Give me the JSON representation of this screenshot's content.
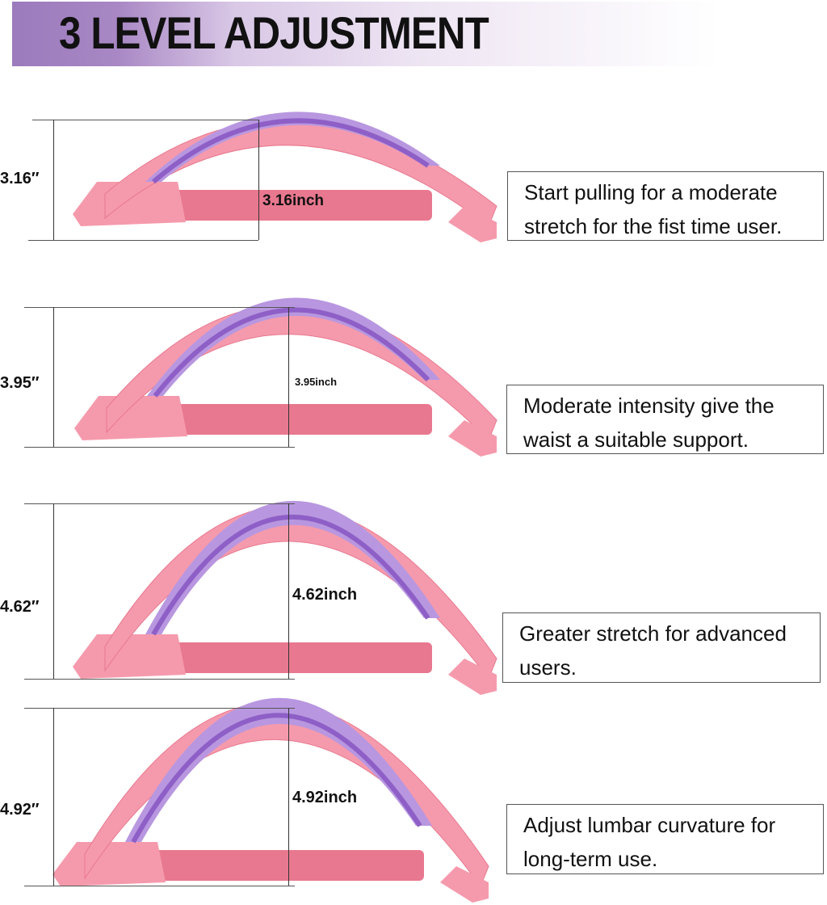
{
  "header": {
    "title": "3 LEVEL ADJUSTMENT"
  },
  "levels": [
    {
      "height_label": "3.16″",
      "inner_label": "3.16inch",
      "description": "Start pulling for a moderate stretch for the fist time user."
    },
    {
      "height_label": "3.95″",
      "inner_label": "3.95inch",
      "description": "Moderate intensity give the waist a suitable support."
    },
    {
      "height_label": "4.62″",
      "inner_label": "4.62inch",
      "description": "Greater stretch for advanced users."
    },
    {
      "height_label": "4.92″",
      "inner_label": "4.92inch",
      "description": "Adjust lumbar curvature for long-term use."
    }
  ],
  "colors": {
    "pink": "#f59aac",
    "pink_dark": "#e8788f",
    "purple": "#b897e0",
    "purple_dark": "#8e5fc6"
  }
}
